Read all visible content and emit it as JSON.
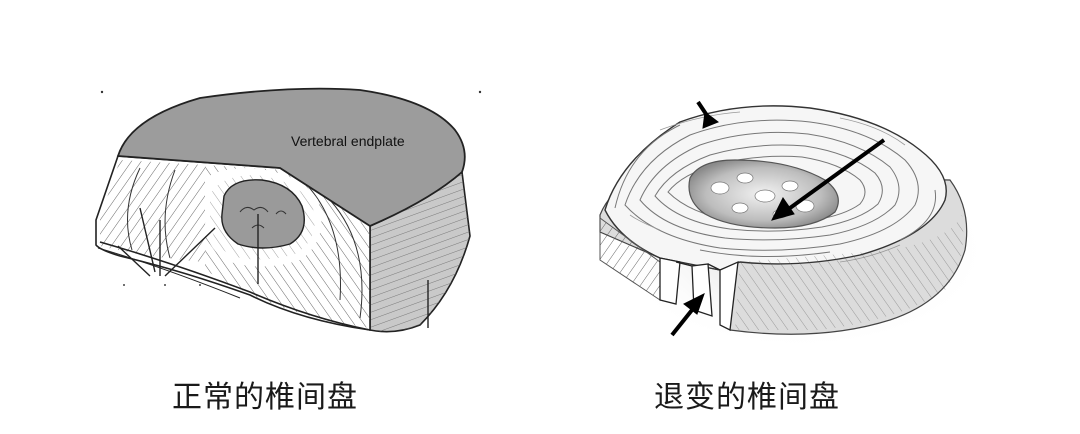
{
  "normal_disc": {
    "endplate_label": "Vertebral endplate",
    "caption": "正常的椎间盘"
  },
  "degenerated_disc": {
    "caption": "退变的椎间盘"
  }
}
